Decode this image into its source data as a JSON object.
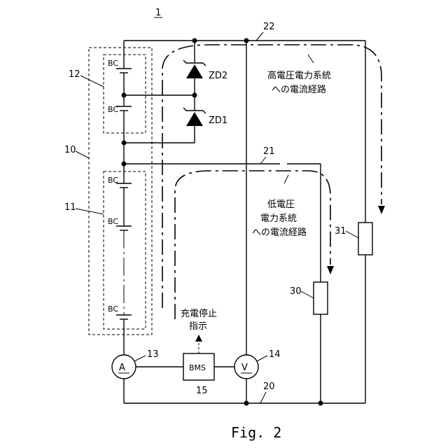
{
  "figure": {
    "ref_main": "1",
    "caption": "Fig. 2"
  },
  "refs": {
    "hv_line": "22",
    "lv_line": "21",
    "ground_line": "20",
    "pack": "10",
    "group_upper": "12",
    "group_lower": "11",
    "ammeter": "13",
    "voltmeter": "14",
    "bms": "15",
    "load_lv": "30",
    "load_hv": "31"
  },
  "components": {
    "cell_label": "BC",
    "zener_upper": "ZD2",
    "zener_lower": "ZD1",
    "bms_label": "BMS",
    "ammeter_symbol": "A",
    "voltmeter_symbol": "V"
  },
  "annotations": {
    "hv_path_line1": "高電圧電力系統",
    "hv_path_line2": "への電流経路",
    "lv_path_line1": "低電圧",
    "lv_path_line2": "電力系統",
    "lv_path_line3": "への電流経路",
    "stop_line1": "充電停止",
    "stop_line2": "指示"
  }
}
